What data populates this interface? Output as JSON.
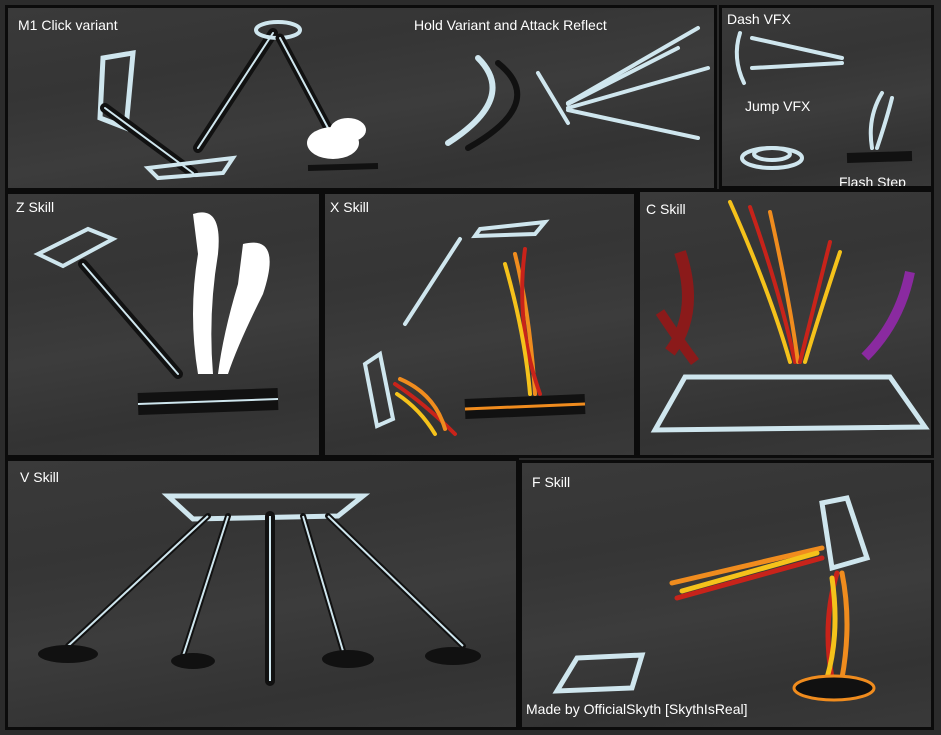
{
  "panels": {
    "m1": {
      "label": "M1 Click variant",
      "hold_label": "Hold Variant and Attack Reflect"
    },
    "dash": {
      "label": "Dash VFX",
      "jump_label": "Jump VFX",
      "flash_label": "Flash Step"
    },
    "z": {
      "label": "Z Skill"
    },
    "x": {
      "label": "X Skill"
    },
    "c": {
      "label": "C Skill"
    },
    "v": {
      "label": "V Skill"
    },
    "f": {
      "label": "F Skill"
    }
  },
  "credit": "Made by OfficialSkyth [SkythIsReal]",
  "colors": {
    "background": "#2b2b2b",
    "panel": "#3a3a3a",
    "border": "#0b0b0b",
    "ice": "#cfe6ee",
    "fire_red": "#c8231a",
    "fire_orange": "#f08c1e",
    "fire_yellow": "#f5c21b",
    "purple": "#8a2aa0",
    "dark_red": "#8b1a1a"
  }
}
